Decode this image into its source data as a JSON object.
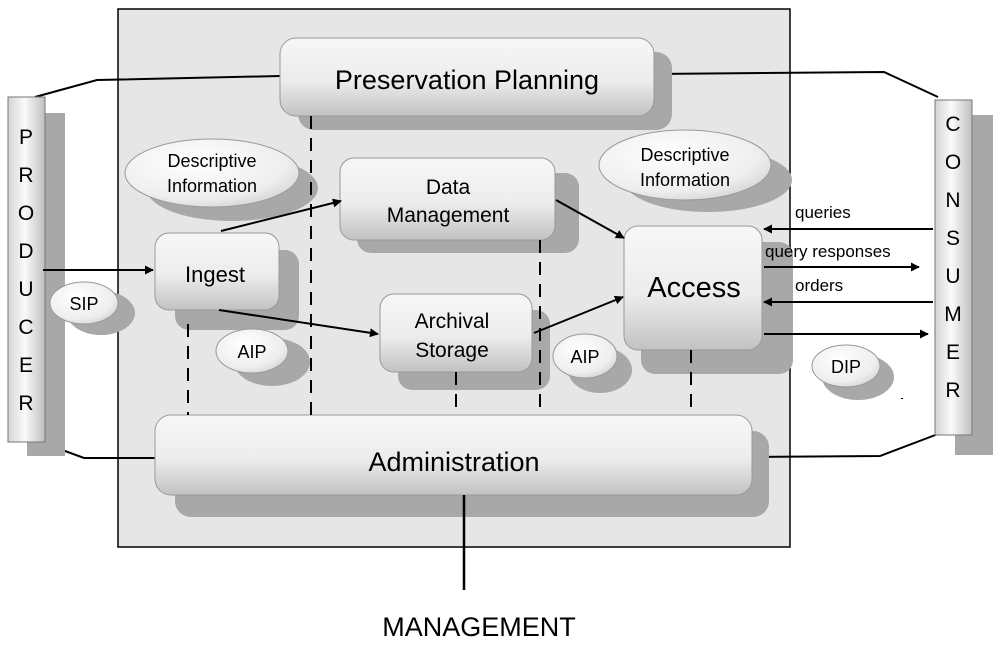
{
  "producer": {
    "letters": [
      "P",
      "R",
      "O",
      "D",
      "U",
      "C",
      "E",
      "R"
    ]
  },
  "consumer": {
    "letters": [
      "C",
      "O",
      "N",
      "S",
      "U",
      "M",
      "E",
      "R"
    ]
  },
  "functions": {
    "preservation_planning": "Preservation Planning",
    "data_management": [
      "Data",
      "Management"
    ],
    "ingest": "Ingest",
    "archival_storage": [
      "Archival",
      "Storage"
    ],
    "access": "Access",
    "administration": "Administration"
  },
  "ellipses": {
    "descriptive_left": [
      "Descriptive",
      "Information"
    ],
    "descriptive_right": [
      "Descriptive",
      "Information"
    ],
    "sip": "SIP",
    "aip_left": "AIP",
    "aip_right": "AIP",
    "dip": "DIP"
  },
  "flows": {
    "queries": "queries",
    "query_responses": "query responses",
    "orders": "orders"
  },
  "management_label": "MANAGEMENT",
  "colors": {
    "panel": "#e6e6e6",
    "shadow": "#a8a8a8",
    "box_light": "#fafafa",
    "box_dark": "#bdbdbd"
  }
}
